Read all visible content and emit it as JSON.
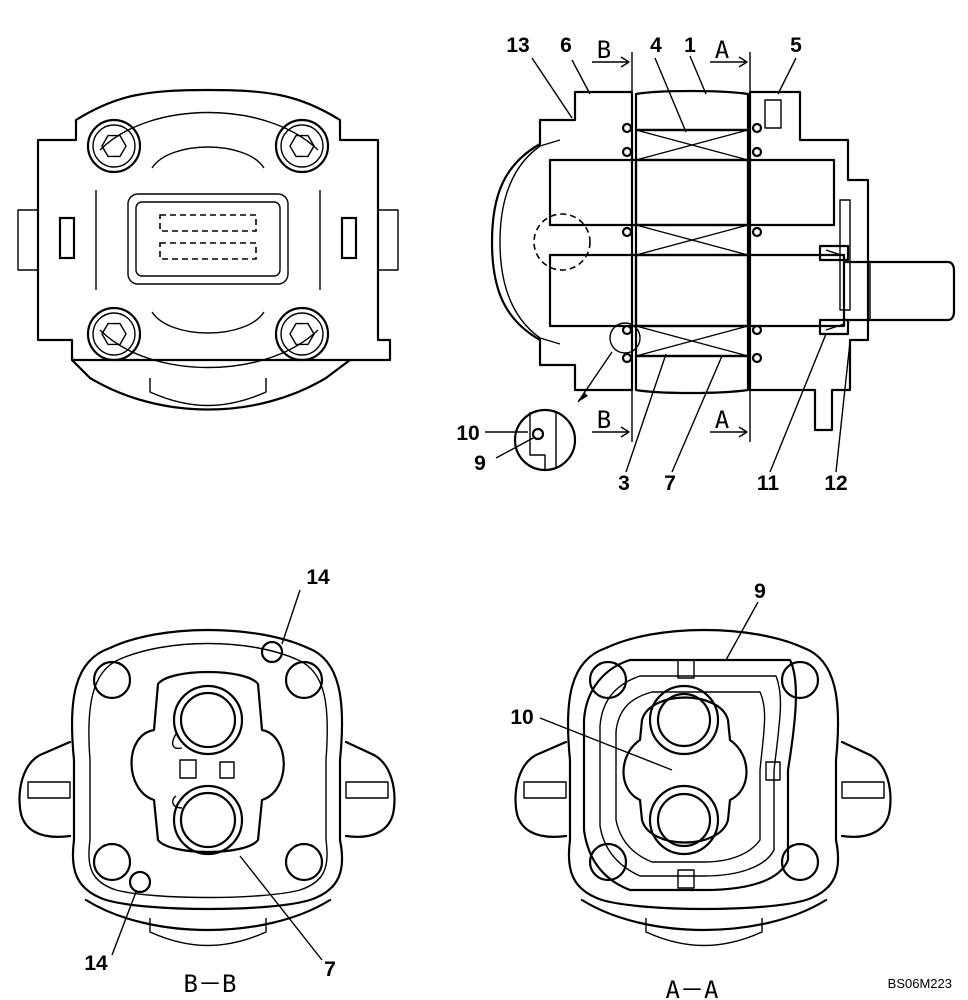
{
  "callouts": {
    "c13": "13",
    "c6": "6",
    "c4": "4",
    "c1": "1",
    "c5": "5",
    "c10_side": "10",
    "c9_side": "9",
    "c3": "3",
    "c7_side": "7",
    "c11": "11",
    "c12": "12",
    "c14_top": "14",
    "c14_bottom": "14",
    "c7_bb": "7",
    "c9_aa": "9",
    "c10_aa": "10"
  },
  "section_marks": {
    "b_top": "B",
    "a_top": "A",
    "b_bottom": "B",
    "a_bottom": "A"
  },
  "view_labels": {
    "bb": "B－B",
    "aa": "A－A"
  },
  "drawing_code": "BS06M223"
}
